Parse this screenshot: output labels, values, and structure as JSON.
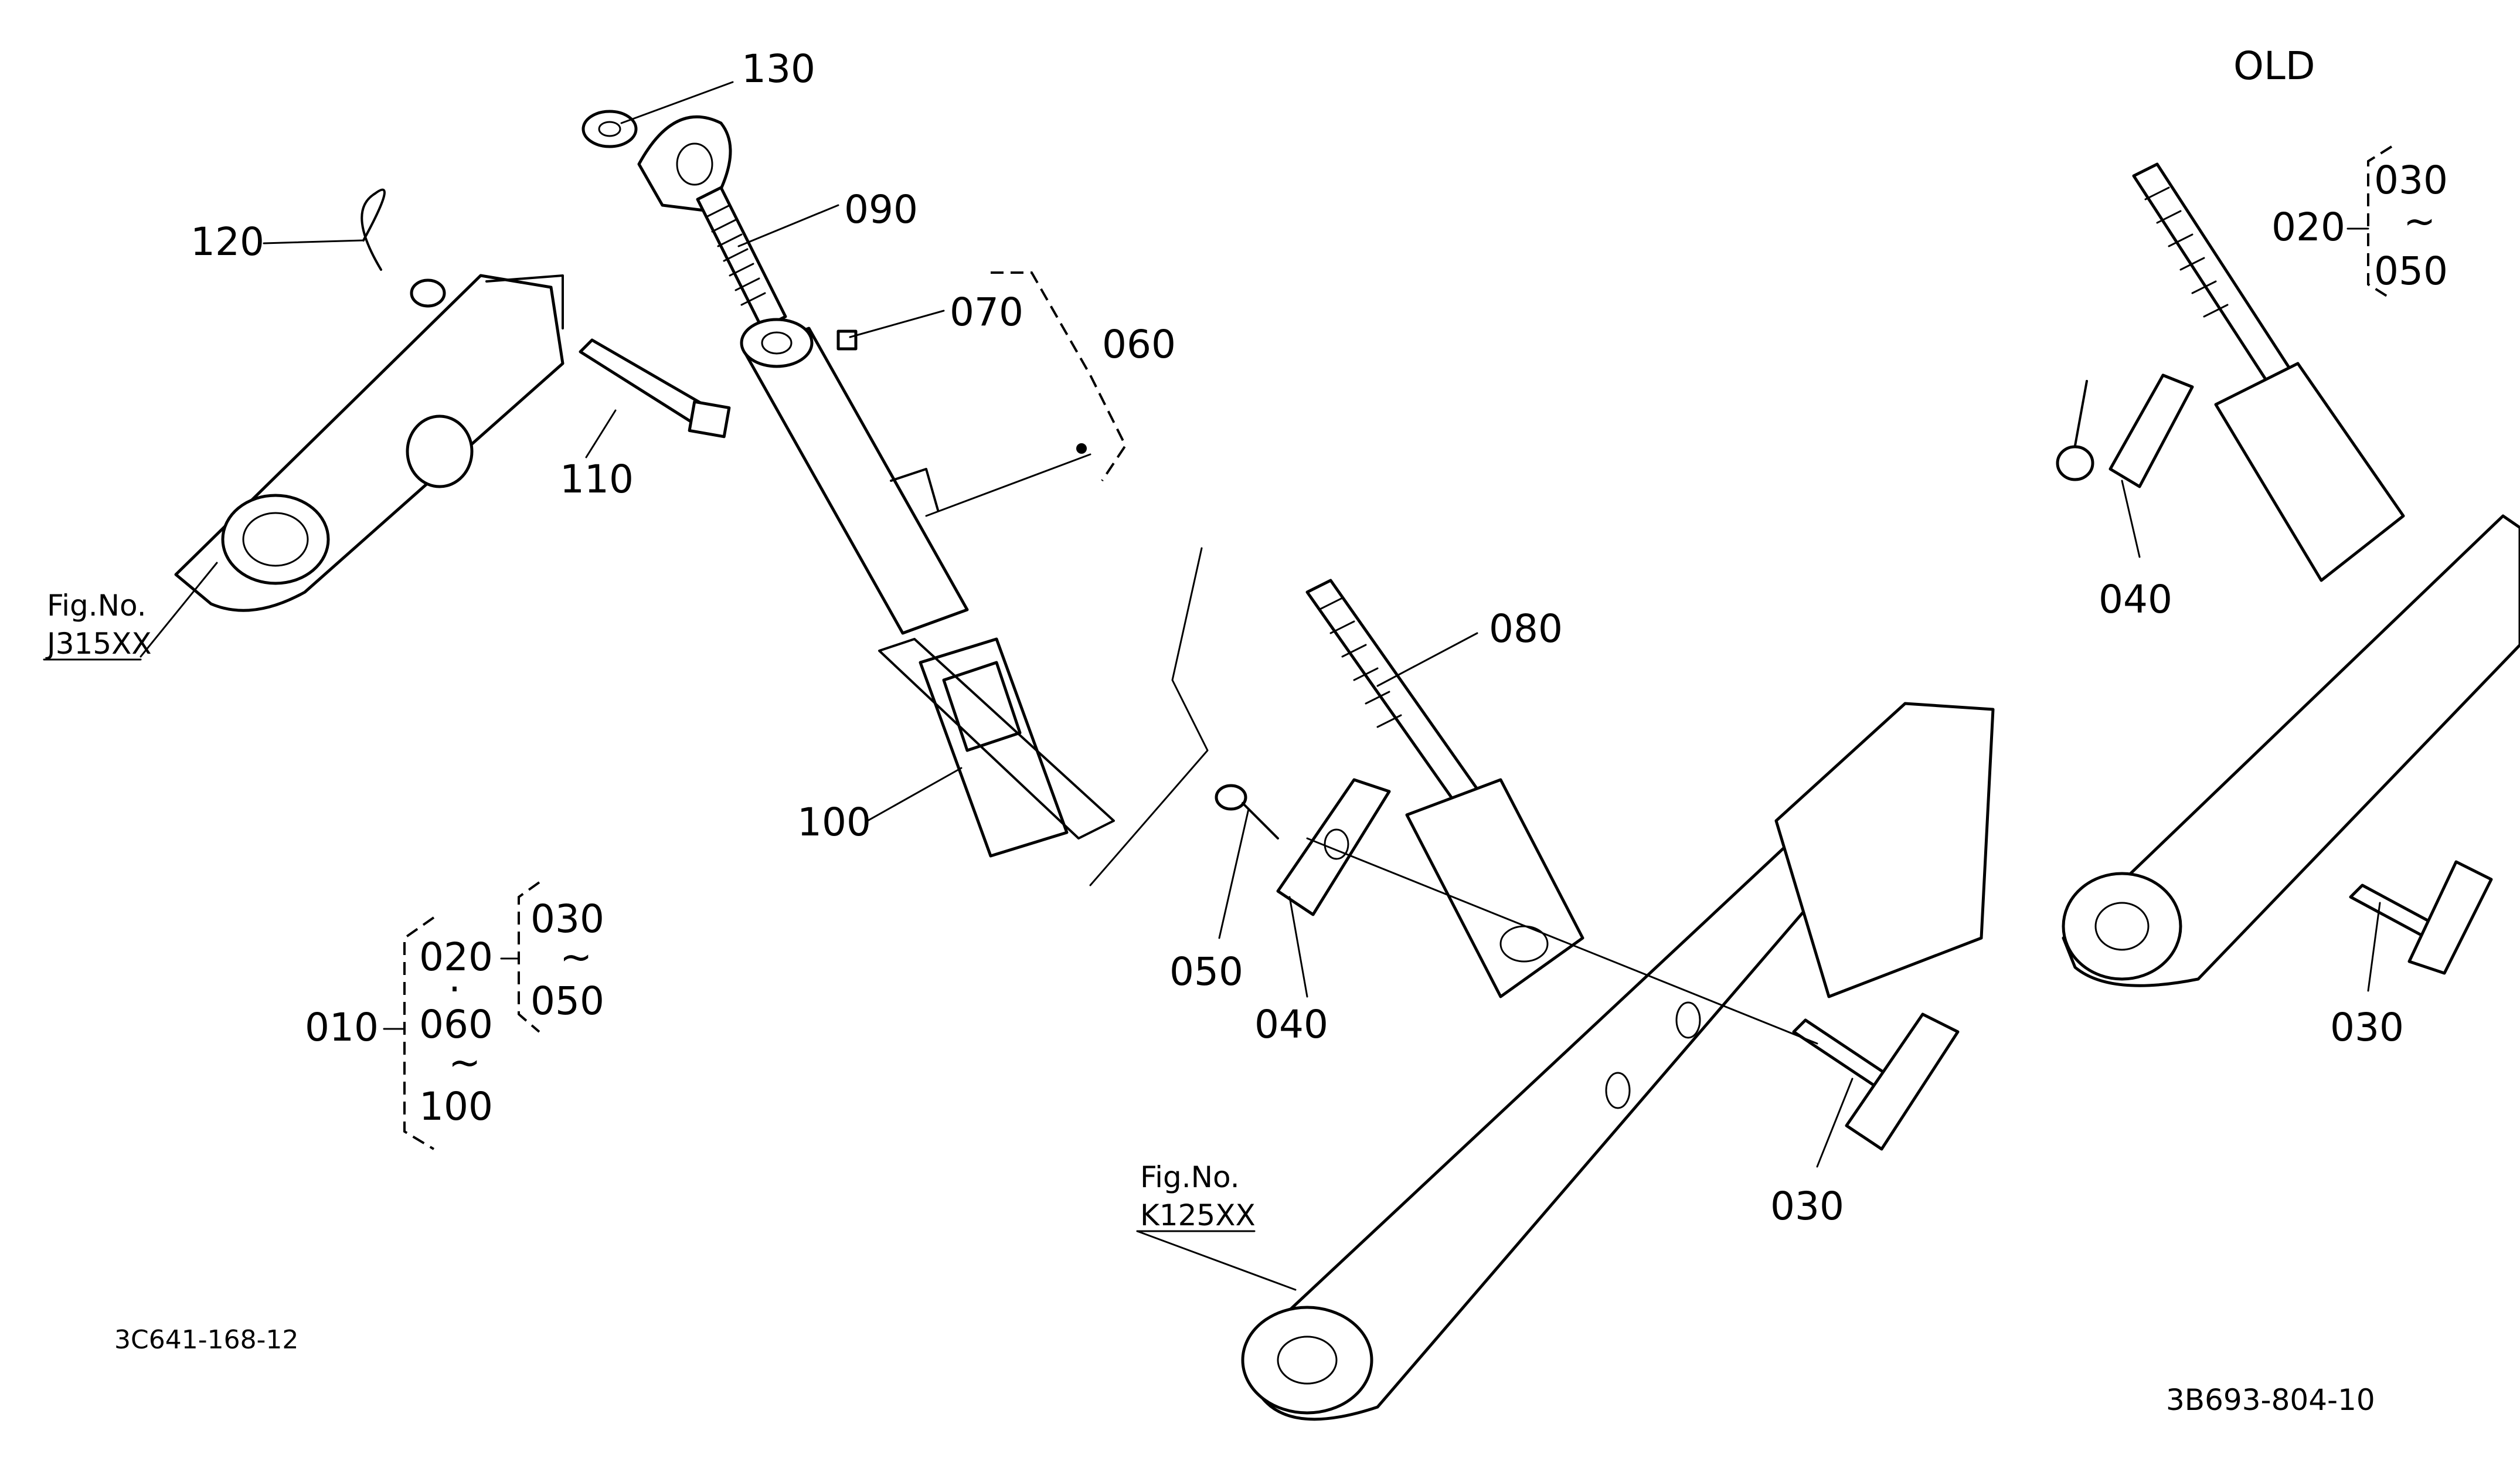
{
  "title": "OLD",
  "figure_codes": {
    "left": "3C641-168-12",
    "right": "3B693-804-10"
  },
  "fig_refs": [
    {
      "line1": "Fig.No.",
      "line2": "J315XX"
    },
    {
      "line1": "Fig.No.",
      "line2": "K125XX"
    }
  ],
  "callouts": {
    "c130": "130",
    "c120": "120",
    "c090": "090",
    "c070": "070",
    "c060": "060",
    "c110": "110",
    "c100": "100",
    "c080": "080",
    "c050": "050",
    "c040a": "040",
    "c030a": "030",
    "c040b": "040",
    "c030b": "030"
  },
  "legend_left": {
    "root": "010",
    "a": "020",
    "dot": "·",
    "b": "060",
    "tilde1": "~",
    "c": "100",
    "sub_top": "030",
    "sub_tilde": "~",
    "sub_bottom": "050"
  },
  "legend_right": {
    "root": "020",
    "top": "030",
    "tilde": "~",
    "bottom": "050"
  }
}
